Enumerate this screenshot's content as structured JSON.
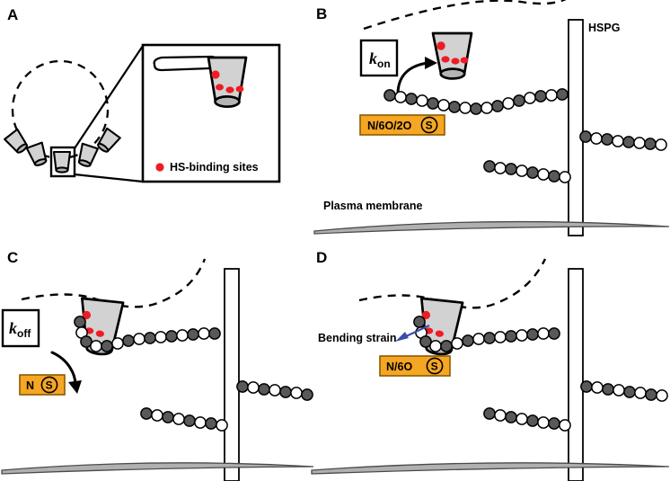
{
  "figure": {
    "panels": [
      {
        "id": "A",
        "letter": "A"
      },
      {
        "id": "B",
        "letter": "B"
      },
      {
        "id": "C",
        "letter": "C"
      },
      {
        "id": "D",
        "letter": "D"
      }
    ]
  },
  "panelA": {
    "letter": "A",
    "legend_label": "HS-binding sites",
    "legend_dot_color": "#ee1c25",
    "protein_count_ring": 5,
    "inset_caption": "HS-binding sites"
  },
  "panelB": {
    "letter": "B",
    "rate_label": {
      "symbol": "k",
      "subscript": "on"
    },
    "badge": {
      "text": "N/6O/2O",
      "circled": "S",
      "fill": "#f5a623",
      "stroke": "#8a5a00"
    },
    "hspg_label": "HSPG",
    "membrane_label": "Plasma membrane"
  },
  "panelC": {
    "letter": "C",
    "rate_label": {
      "symbol": "k",
      "subscript": "off"
    },
    "badge": {
      "text": "N",
      "circled": "S",
      "fill": "#f5a623",
      "stroke": "#8a5a00"
    }
  },
  "panelD": {
    "letter": "D",
    "annotation": {
      "text": "Bending strain",
      "color": "#3b4da8"
    },
    "badge": {
      "text": "N/6O",
      "circled": "S",
      "fill": "#f5a623",
      "stroke": "#8a5a00"
    }
  },
  "colors": {
    "protein_fill": "#d2d2d2",
    "protein_base_fill": "#b4b4b4",
    "binding_site_red": "#ee1c25",
    "bead_dark": "#595959",
    "bead_light": "#ffffff",
    "membrane_gray": "#b0b0b0",
    "outline": "#000000",
    "badge_orange": "#f5a623",
    "annotation_blue": "#3b4da8"
  },
  "icons": {
    "binding_site": "red-dot-icon",
    "arrow_on": "curved-arrow-icon",
    "arrow_off": "curved-arrow-icon",
    "pointer": "arrow-pointer-icon"
  }
}
